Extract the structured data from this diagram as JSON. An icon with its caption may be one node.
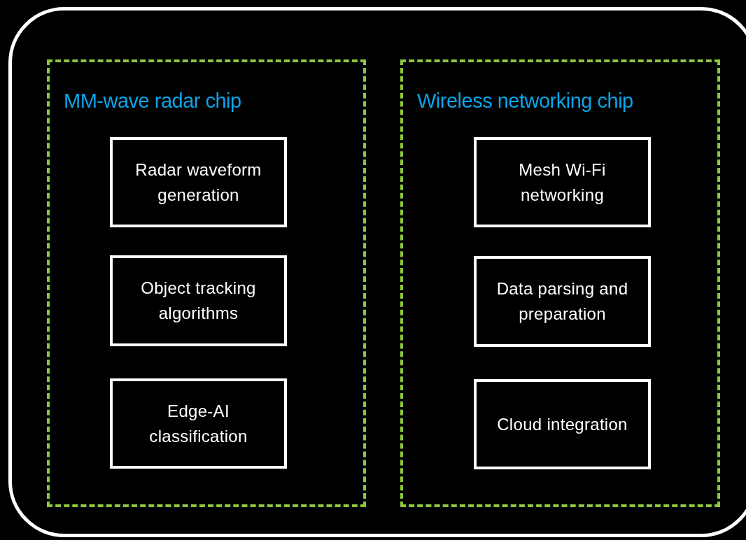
{
  "diagram": {
    "nodes": [
      {
        "text": [],
        "shape": "box"
      },
      {
        "text": [
          "MM-wave radar chip"
        ],
        "in": 0
      },
      {
        "text": [
          "Radar waveform generation"
        ],
        "in": 1
      },
      {
        "text": [
          "Object tracking algorithms"
        ],
        "in": 1
      },
      {
        "text": [
          "Edge-AI classification"
        ],
        "in": 1
      },
      {
        "text": [
          "Wireless networking chip"
        ],
        "in": 0
      },
      {
        "text": [
          "Mesh Wi-Fi networking"
        ],
        "in": 5
      },
      {
        "text": [
          "Data parsing and preparation"
        ],
        "in": 5
      },
      {
        "text": [
          "Cloud integration"
        ],
        "in": 5
      }
    ]
  }
}
